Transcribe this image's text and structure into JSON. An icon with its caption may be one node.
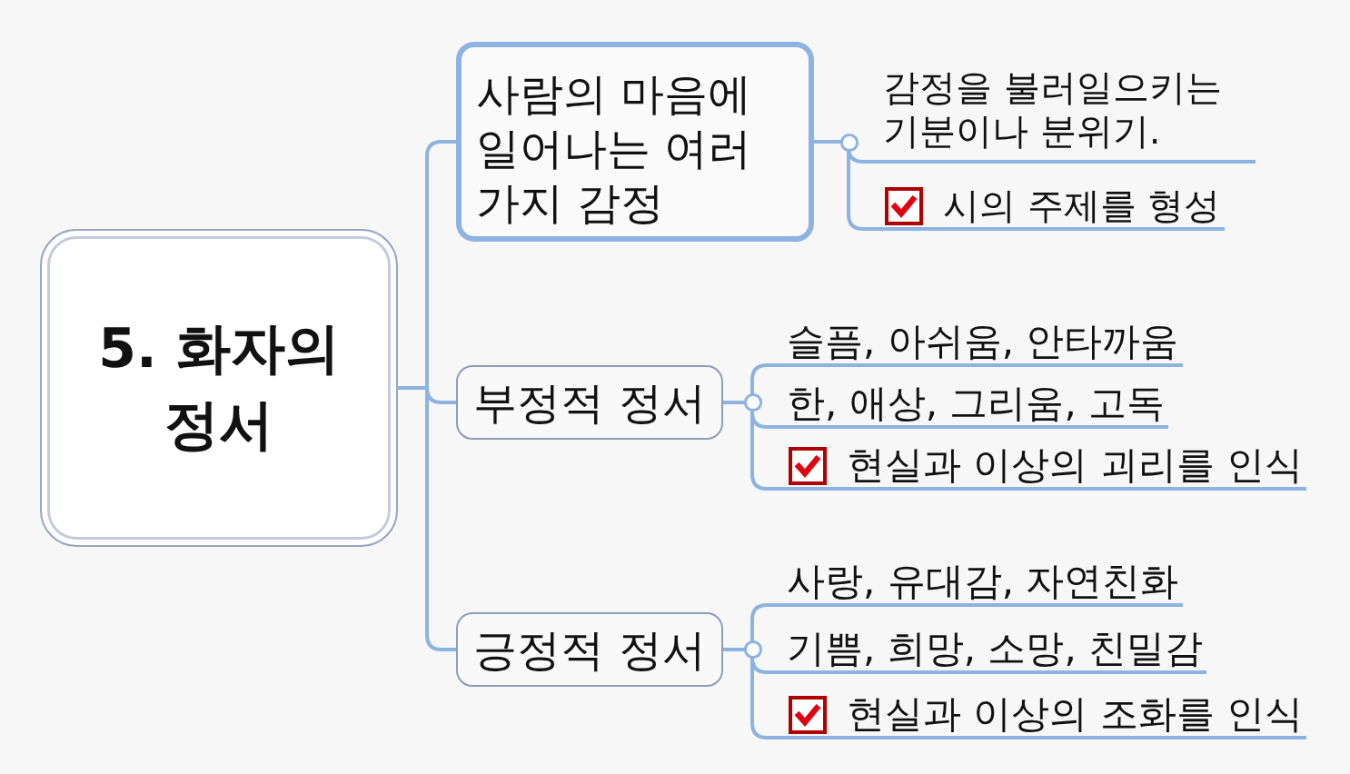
{
  "diagram": {
    "nodes": [
      {
        "text": [
          "5. 화자의 정서"
        ]
      },
      {
        "text": [
          "사람의 마음에 일어나는 여러 가지 감정"
        ]
      },
      {
        "text": [
          "감정을 불러일으키는 기분이나 분위기."
        ]
      },
      {
        "text": [
          "시의 주제를 형성"
        ]
      },
      {
        "text": [
          "부정적 정서"
        ]
      },
      {
        "text": [
          "슬픔, 아쉬움, 안타까움"
        ]
      },
      {
        "text": [
          "한, 애상, 그리움, 고독"
        ]
      },
      {
        "text": [
          "현실과 이상의 괴리를 인식"
        ]
      },
      {
        "text": [
          "긍정적 정서"
        ]
      },
      {
        "text": [
          "사랑, 유대감, 자연친화"
        ]
      },
      {
        "text": [
          "기쁨, 희망, 소망, 친밀감"
        ]
      },
      {
        "text": [
          "현실과 이상의 조화를 인식"
        ]
      }
    ],
    "edges": [
      {
        "from": 0,
        "to": 1,
        "arrow": "none"
      },
      {
        "from": 0,
        "to": 4,
        "arrow": "none"
      },
      {
        "from": 0,
        "to": 8,
        "arrow": "none"
      },
      {
        "from": 1,
        "to": 2,
        "arrow": "none"
      },
      {
        "from": 1,
        "to": 3,
        "arrow": "none"
      },
      {
        "from": 4,
        "to": 5,
        "arrow": "none"
      },
      {
        "from": 4,
        "to": 6,
        "arrow": "none"
      },
      {
        "from": 4,
        "to": 7,
        "arrow": "none"
      },
      {
        "from": 8,
        "to": 9,
        "arrow": "none"
      },
      {
        "from": 8,
        "to": 10,
        "arrow": "none"
      },
      {
        "from": 8,
        "to": 11,
        "arrow": "none"
      }
    ]
  }
}
